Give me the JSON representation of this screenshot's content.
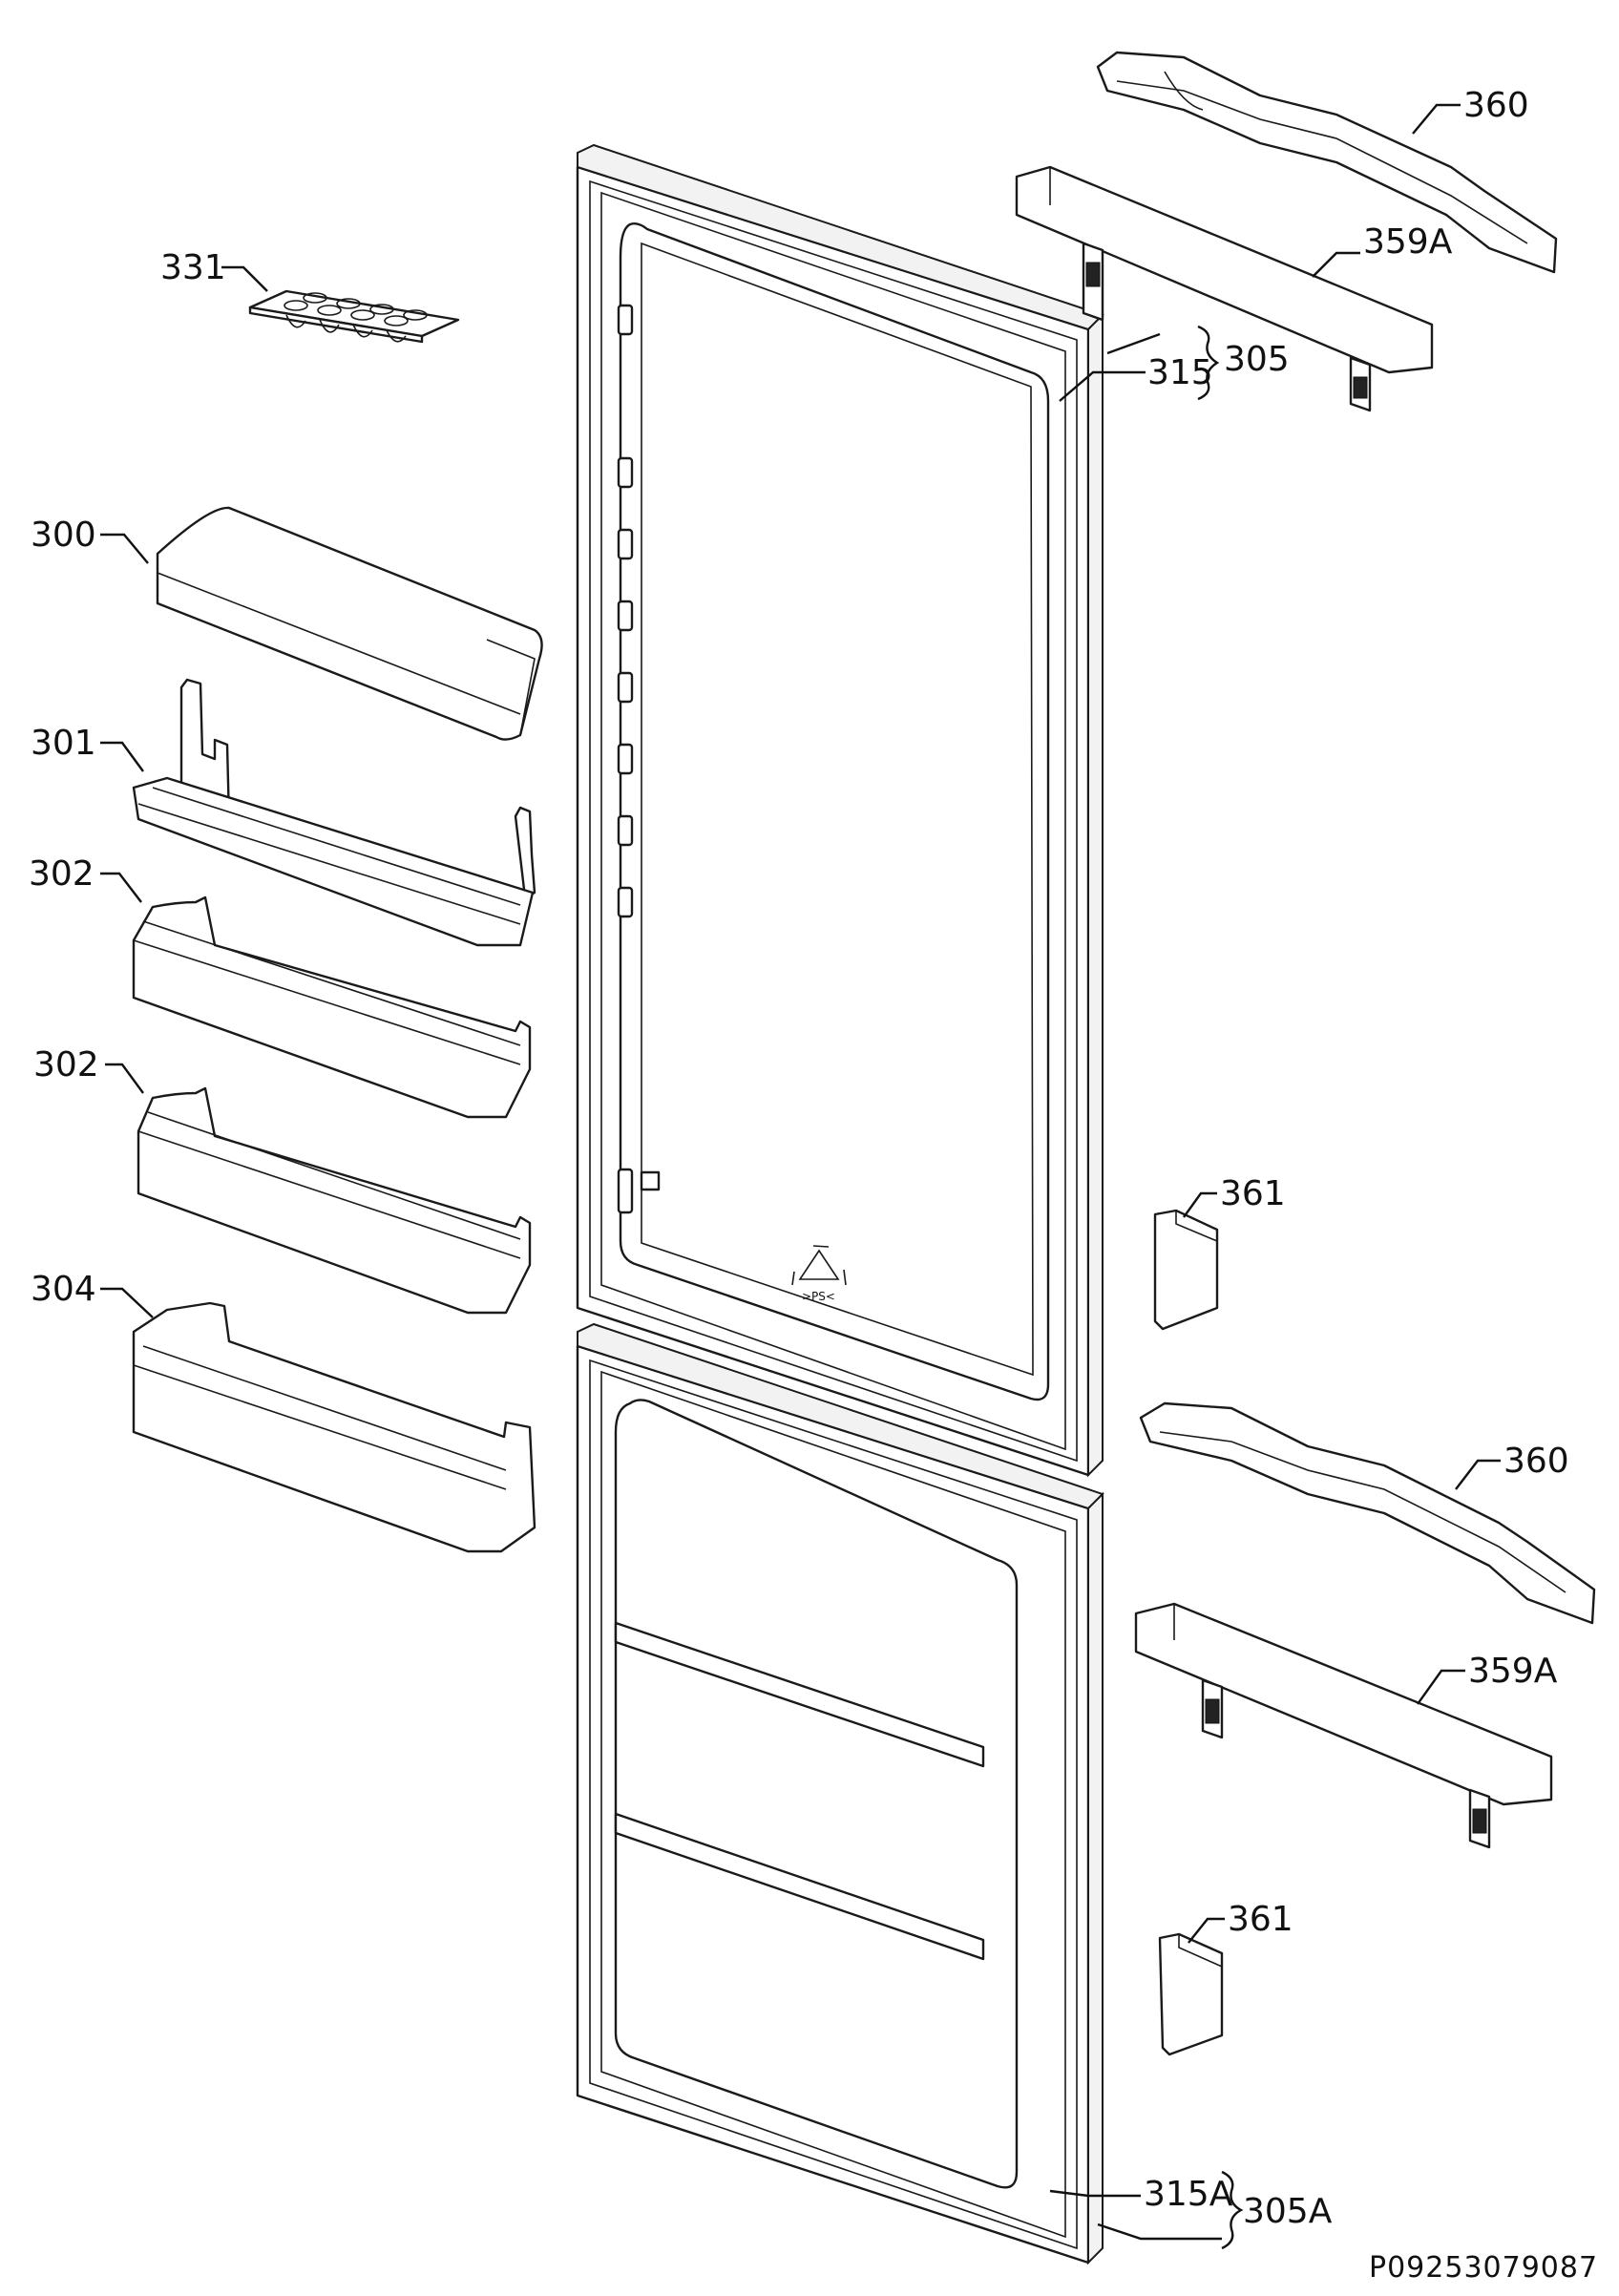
{
  "diagram": {
    "labels": [
      {
        "id": "331",
        "text": "331"
      },
      {
        "id": "300",
        "text": "300"
      },
      {
        "id": "301",
        "text": "301"
      },
      {
        "id": "302a",
        "text": "302"
      },
      {
        "id": "302b",
        "text": "302"
      },
      {
        "id": "304",
        "text": "304"
      },
      {
        "id": "360a",
        "text": "360"
      },
      {
        "id": "359Aa",
        "text": "359A"
      },
      {
        "id": "315",
        "text": "315"
      },
      {
        "id": "305",
        "text": "305"
      },
      {
        "id": "361a",
        "text": "361"
      },
      {
        "id": "360b",
        "text": "360"
      },
      {
        "id": "359Ab",
        "text": "359A"
      },
      {
        "id": "361b",
        "text": "361"
      },
      {
        "id": "315A",
        "text": "315A"
      },
      {
        "id": "305A",
        "text": "305A"
      }
    ],
    "recycle_mark": ">PS<",
    "drawing_code": "P09253079087"
  }
}
